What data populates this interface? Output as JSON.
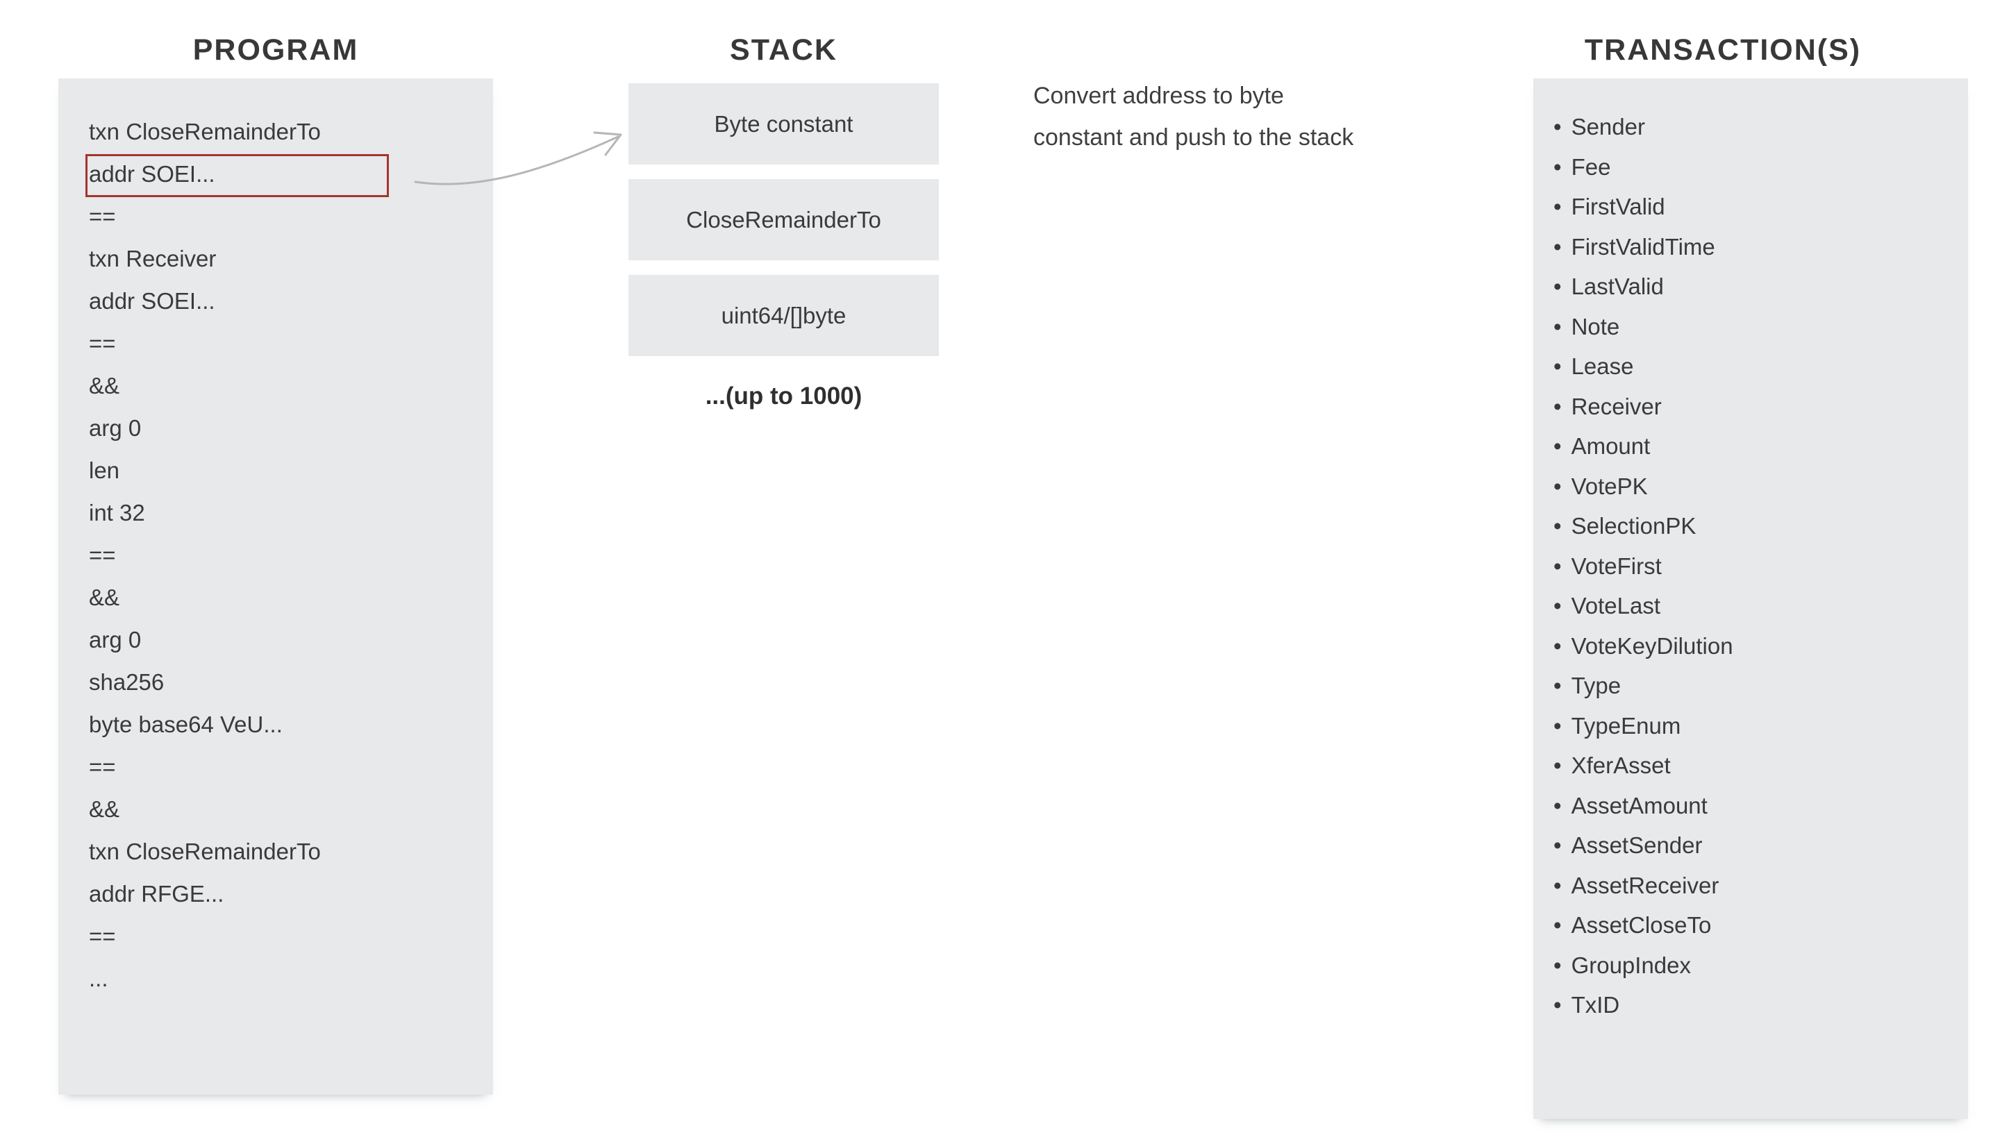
{
  "program": {
    "title": "PROGRAM",
    "lines": [
      "txn CloseRemainderTo",
      "addr SOEI...",
      "==",
      "txn Receiver",
      "addr SOEI...",
      "==",
      "&&",
      "arg 0",
      "len",
      "int 32",
      "==",
      "&&",
      "arg 0",
      "sha256",
      "byte base64 VeU...",
      "==",
      "&&",
      "txn CloseRemainderTo",
      "addr RFGE...",
      "==",
      "..."
    ],
    "highlighted_line": "addr SOEI..."
  },
  "stack": {
    "title": "STACK",
    "boxes": [
      "Byte constant",
      "CloseRemainderTo",
      "uint64/[]byte"
    ],
    "caption": "...(up to 1000)"
  },
  "annotation": {
    "lines": [
      "Convert address to byte",
      "constant and push to the stack"
    ]
  },
  "transactions": {
    "title": "TRANSACTION(S)",
    "fields": [
      "Sender",
      "Fee",
      "FirstValid",
      "FirstValidTime",
      "LastValid",
      "Note",
      "Lease",
      "Receiver",
      "Amount",
      "VotePK",
      "SelectionPK",
      "VoteFirst",
      "VoteLast",
      "VoteKeyDilution",
      "Type",
      "TypeEnum",
      "XferAsset",
      "AssetAmount",
      "AssetSender",
      "AssetReceiver",
      "AssetCloseTo",
      "GroupIndex",
      "TxID"
    ]
  },
  "colors": {
    "panel_bg": "#e7e9ea",
    "text": "#3a3a3c",
    "highlight_border": "#a5342f",
    "arrow": "#b6b6b6"
  }
}
